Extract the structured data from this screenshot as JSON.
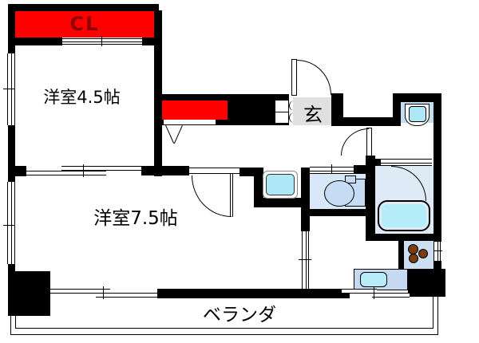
{
  "plan": {
    "type": "apartment-floor-plan",
    "labels": {
      "closet": "CL",
      "room_small": "洋室4.5帖",
      "entrance": "玄",
      "room_large": "洋室7.5帖",
      "veranda": "ベランダ"
    },
    "fixtures": {
      "closet_top": "closet-CL",
      "closet_mid": "red-closet-bifold",
      "shoe_cabinet": "shoe-cabinet",
      "entry_door": "entry-swing-door",
      "washbasin": "washbasin-vanity",
      "toilet": "toilet",
      "bathtub": "bathtub",
      "bath_door": "bath-swing-door",
      "washing_machine_pan": "washing-machine-pan",
      "gas_stove": "gas-stove-3-burners",
      "kitchen_sink": "kitchen-sink-counter",
      "windows": "sliding-windows",
      "veranda_rail": "veranda-railing"
    },
    "colors": {
      "wall": "#000000",
      "closet_red": "#ff0000",
      "closet_text": "#8b0000",
      "genkan_gray": "#e0e0e0",
      "toilet_floor": "#d9e8f8",
      "fixture_blue": "#c6dcf4",
      "pan_cyan": "#aee8f7",
      "tub_cyan": "#b4edf9",
      "bath_floor": "#dfeaf7",
      "basin_nook": "#c3def3",
      "basin_cyan": "#aee6f6",
      "counter_blue": "#c6d9f2",
      "sink_cyan": "#b8ecf8",
      "stove_floor": "#ccdff2",
      "burner_brown": "#7a3b0e"
    }
  }
}
